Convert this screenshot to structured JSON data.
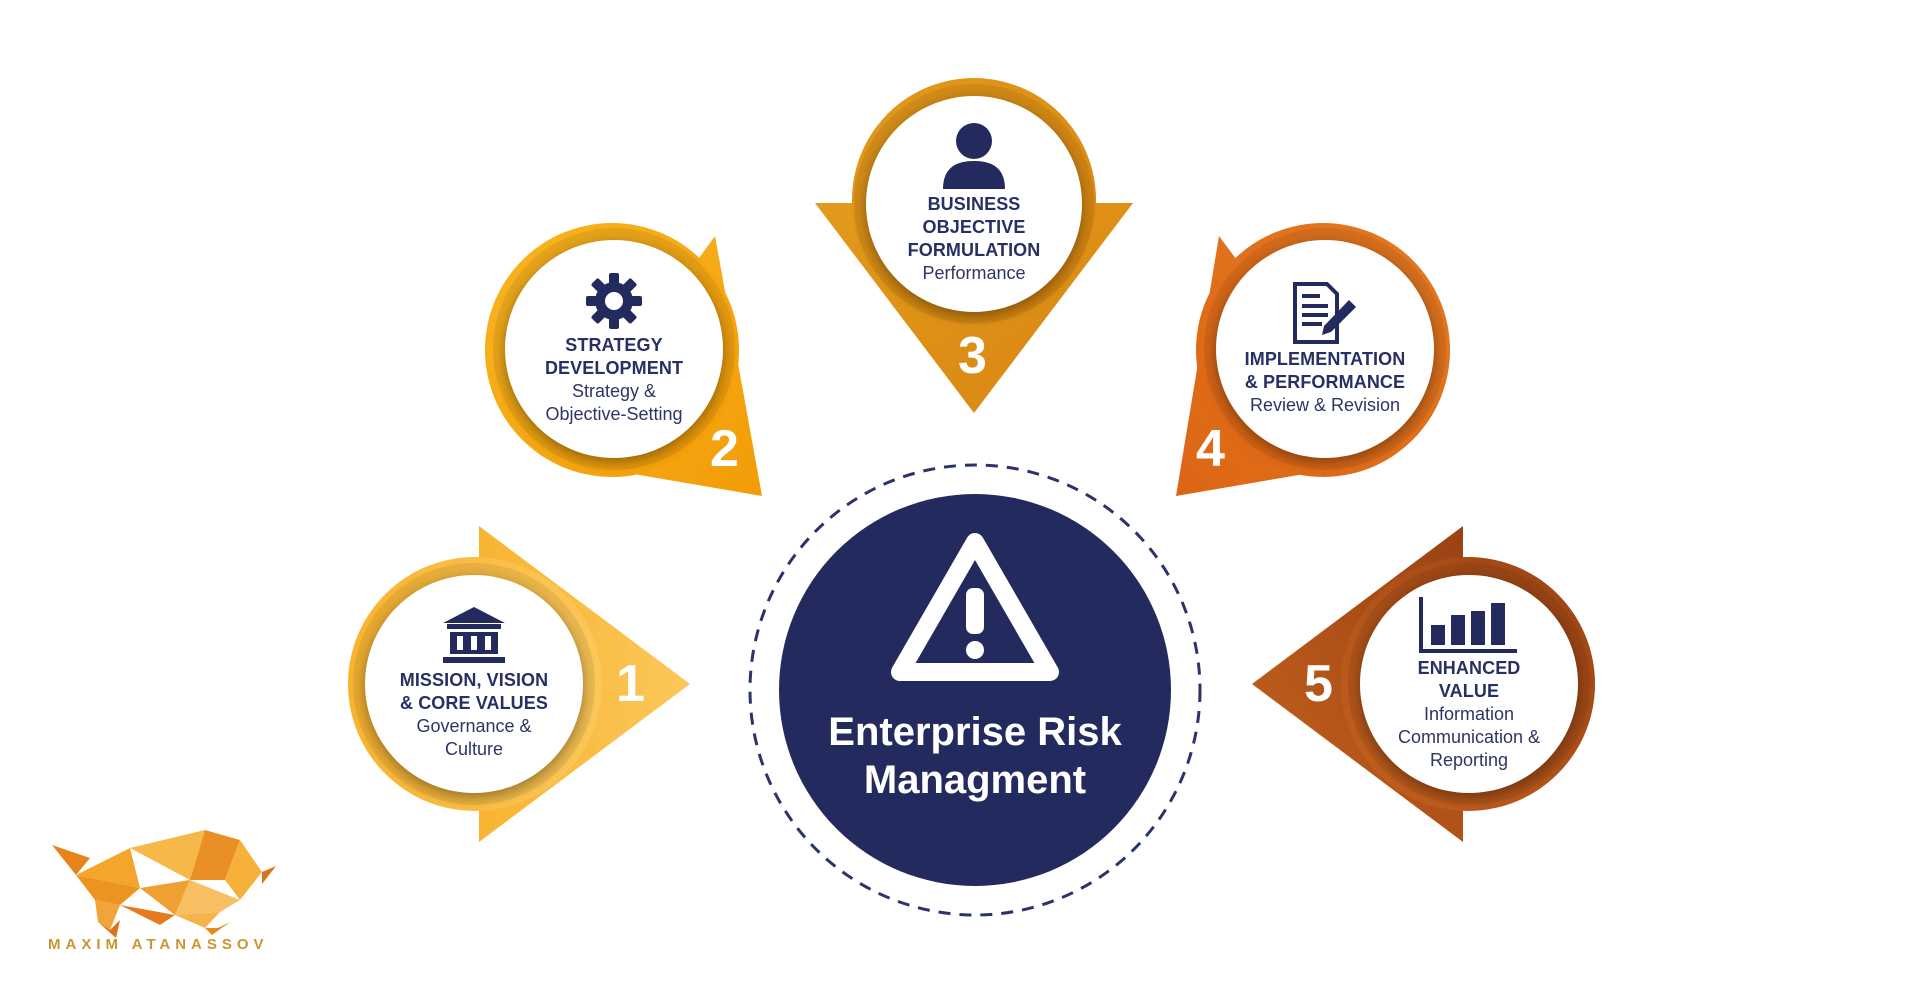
{
  "center": {
    "title": "Enterprise Risk\nManagment",
    "icon": "warning-triangle-icon",
    "color": "#232b5e"
  },
  "steps": [
    {
      "number": "1",
      "title": "MISSION, VISION\n& CORE VALUES",
      "subtitle": "Governance &\nCulture",
      "icon": "bank-building-icon",
      "color": "#f9bd3f"
    },
    {
      "number": "2",
      "title": "STRATEGY\nDEVELOPMENT",
      "subtitle": "Strategy &\nObjective-Setting",
      "icon": "gear-icon",
      "color": "#f5a60f"
    },
    {
      "number": "3",
      "title": "BUSINESS\nOBJECTIVE\nFORMULATION",
      "subtitle": "Performance",
      "icon": "person-icon",
      "color": "#db8a16"
    },
    {
      "number": "4",
      "title": "IMPLEMENTATION\n& PERFORMANCE",
      "subtitle": "Review & Revision",
      "icon": "document-pen-icon",
      "color": "#de6e1d"
    },
    {
      "number": "5",
      "title": "ENHANCED\nVALUE",
      "subtitle": "Information\nCommunication &\nReporting",
      "icon": "bar-chart-icon",
      "color": "#b2521a"
    }
  ],
  "brand": {
    "name": "MAXIM ATANASSOV",
    "logo": "bull-logo"
  }
}
